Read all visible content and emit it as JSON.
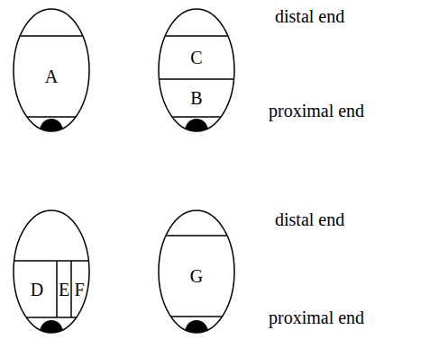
{
  "diagram": {
    "nodes": [
      {
        "text": [
          "A"
        ]
      },
      {
        "text": [
          "C"
        ]
      },
      {
        "text": [
          "B"
        ]
      },
      {
        "text": [
          "D"
        ]
      },
      {
        "text": [
          "E"
        ]
      },
      {
        "text": [
          "F"
        ]
      },
      {
        "text": [
          "G"
        ]
      }
    ],
    "labels": [
      "distal end",
      "proximal end",
      "distal end",
      "proximal end"
    ]
  }
}
